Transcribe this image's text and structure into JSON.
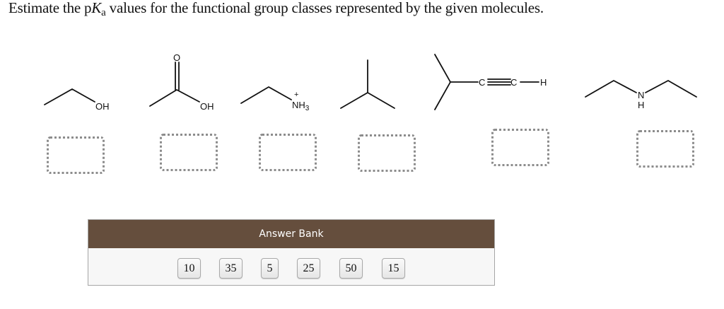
{
  "prompt": {
    "before": "Estimate the p",
    "k": "K",
    "a": "a",
    "after": " values for the functional group classes represented by the given molecules."
  },
  "molecules": [
    {
      "name": "ethanol",
      "labels": {
        "oh": "OH"
      }
    },
    {
      "name": "acetic-acid",
      "labels": {
        "o": "O",
        "oh": "OH"
      }
    },
    {
      "name": "ethylammonium",
      "labels": {
        "plus": "+",
        "nh": "NH",
        "sub": "3"
      }
    },
    {
      "name": "isobutane",
      "labels": {}
    },
    {
      "name": "3-methyl-1-butyne",
      "labels": {
        "c1": "C",
        "c2": "C",
        "h": "H"
      }
    },
    {
      "name": "diethylamine",
      "labels": {
        "n": "N",
        "h": "H"
      }
    }
  ],
  "drop_targets": [
    {
      "for": "ethanol",
      "value": ""
    },
    {
      "for": "acetic-acid",
      "value": ""
    },
    {
      "for": "ethylammonium",
      "value": ""
    },
    {
      "for": "isobutane",
      "value": ""
    },
    {
      "for": "3-methyl-1-butyne",
      "value": ""
    },
    {
      "for": "diethylamine",
      "value": ""
    }
  ],
  "answer_bank": {
    "title": "Answer Bank",
    "header_color": "#654e3d",
    "tiles": [
      "10",
      "35",
      "5",
      "25",
      "50",
      "15"
    ]
  }
}
